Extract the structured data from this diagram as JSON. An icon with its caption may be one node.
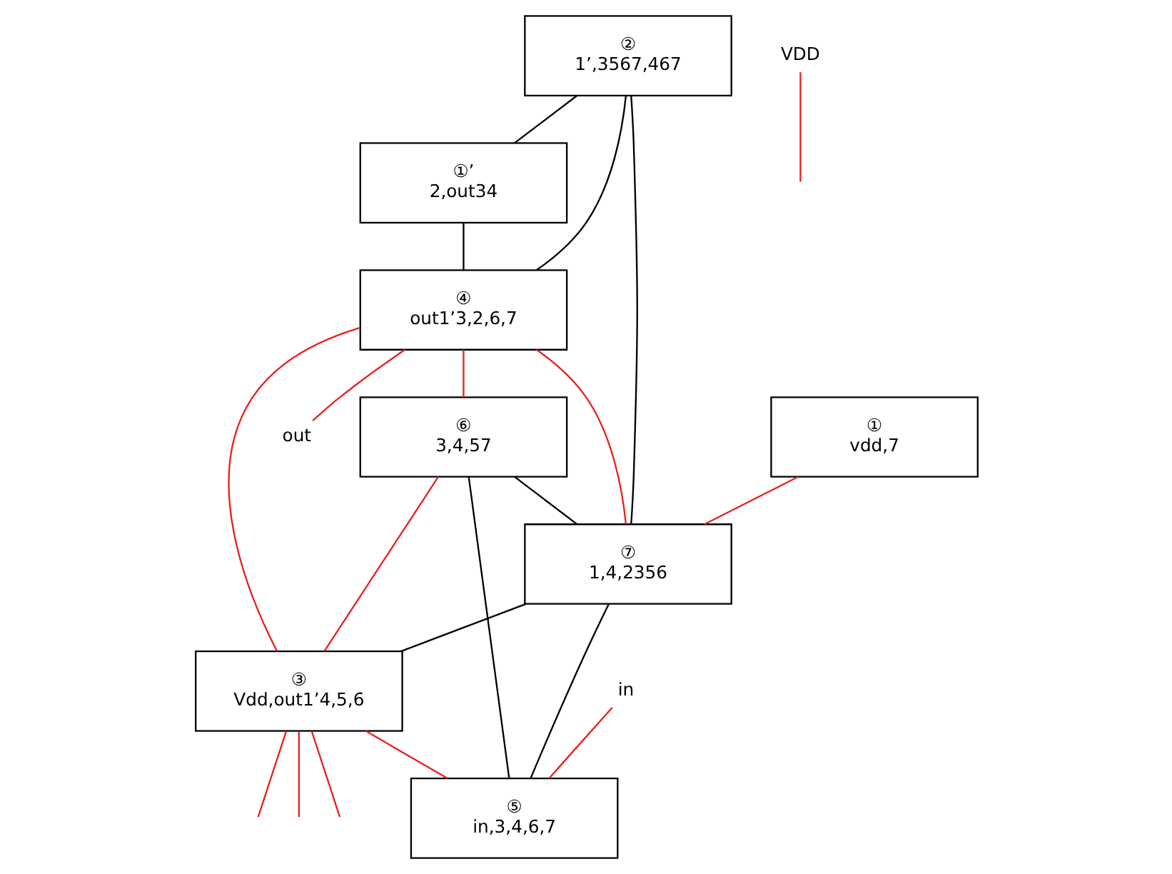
{
  "diagram": {
    "nodes": [
      {
        "text": [
          "②",
          "1’,3567,467"
        ]
      },
      {
        "text": [
          "①’",
          "2,out34"
        ]
      },
      {
        "text": [
          "①",
          "vdd,7"
        ]
      },
      {
        "text": [
          "④",
          "out1’3,2,6,7"
        ]
      },
      {
        "text": [
          "⑦",
          "1,4,2356"
        ]
      },
      {
        "text": [
          "⑥",
          "3,4,57"
        ]
      },
      {
        "text": [
          "③",
          "Vdd,out1’4,5,6"
        ]
      },
      {
        "text": [
          "⑤",
          "in,3,4,6,7"
        ]
      },
      {
        "text": [
          "out"
        ]
      },
      {
        "text": [
          "in"
        ]
      },
      {
        "text": [
          "VDD"
        ]
      }
    ],
    "edges": [
      {
        "from": 0,
        "to": 1,
        "arrow": "none",
        "color": "#000000"
      },
      {
        "from": 0,
        "to": 4,
        "arrow": "none",
        "color": "#000000"
      },
      {
        "from": 0,
        "to": 3,
        "arrow": "none",
        "color": "#000000"
      },
      {
        "from": 1,
        "to": 3,
        "arrow": "none",
        "color": "#000000"
      },
      {
        "from": 2,
        "to": 4,
        "arrow": "none",
        "color": "#e8201e"
      },
      {
        "from": 3,
        "to": 4,
        "arrow": "none",
        "color": "#e8201e"
      },
      {
        "from": 5,
        "to": 4,
        "arrow": "none",
        "color": "#000000"
      },
      {
        "from": 4,
        "to": 6,
        "arrow": "none",
        "color": "#000000"
      },
      {
        "from": 4,
        "to": 7,
        "arrow": "none",
        "color": "#000000"
      },
      {
        "from": 3,
        "to": 5,
        "arrow": "none",
        "color": "#e8201e"
      },
      {
        "from": 3,
        "to": 6,
        "arrow": "none",
        "color": "#e8201e"
      },
      {
        "from": 3,
        "to": 8,
        "arrow": "none",
        "color": "#e8201e"
      },
      {
        "from": 5,
        "to": 6,
        "arrow": "none",
        "color": "#e8201e"
      },
      {
        "from": 5,
        "to": 7,
        "arrow": "none",
        "color": "#000000"
      },
      {
        "from": 6,
        "to": 7,
        "arrow": "none",
        "color": "#e8201e"
      },
      {
        "from": 9,
        "to": 7,
        "arrow": "none",
        "color": "#e8201e"
      },
      {
        "from": 6,
        "to": null,
        "arrow": "none",
        "color": "#e8201e"
      },
      {
        "from": 6,
        "to": null,
        "arrow": "none",
        "color": "#e8201e"
      },
      {
        "from": 6,
        "to": null,
        "arrow": "none",
        "color": "#e8201e"
      },
      {
        "from": 10,
        "to": null,
        "arrow": "none",
        "color": "#e8201e"
      }
    ]
  }
}
